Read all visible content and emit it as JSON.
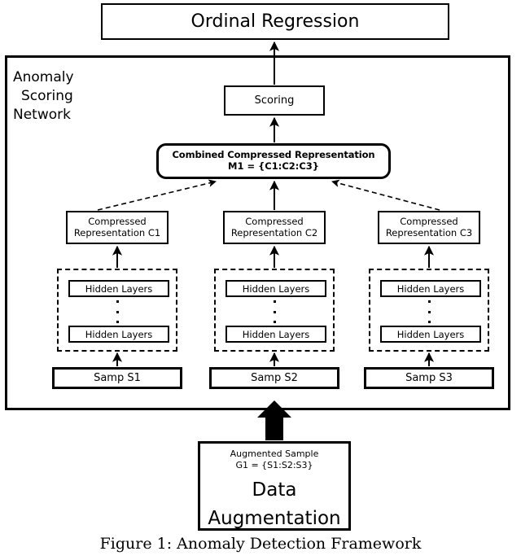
{
  "figure": {
    "caption": "Figure 1:  Anomaly Detection Framework",
    "ink_color": "#000000",
    "background": "#ffffff"
  },
  "top": {
    "ordinal_regression": "Ordinal Regression"
  },
  "network": {
    "label_lines": [
      "Anomaly",
      "Scoring",
      "Network"
    ],
    "scoring": "Scoring",
    "combined": {
      "line1": "Combined Compressed Representation",
      "line2": "M1 = {C1:C2:C3}"
    },
    "columns": [
      {
        "compressed_line1": "Compressed",
        "compressed_line2": "Representation C1",
        "hidden_top": "Hidden Layers",
        "hidden_bottom": "Hidden Layers",
        "sample": "Samp S1"
      },
      {
        "compressed_line1": "Compressed",
        "compressed_line2": "Representation C2",
        "hidden_top": "Hidden Layers",
        "hidden_bottom": "Hidden Layers",
        "sample": "Samp S2"
      },
      {
        "compressed_line1": "Compressed",
        "compressed_line2": "Representation C3",
        "hidden_top": "Hidden Layers",
        "hidden_bottom": "Hidden Layers",
        "sample": "Samp S3"
      }
    ]
  },
  "augmentation": {
    "small_line1": "Augmented Sample",
    "small_line2": "G1 = {S1:S2:S3}",
    "big_line1": "Data",
    "big_line2": "Augmentation"
  }
}
